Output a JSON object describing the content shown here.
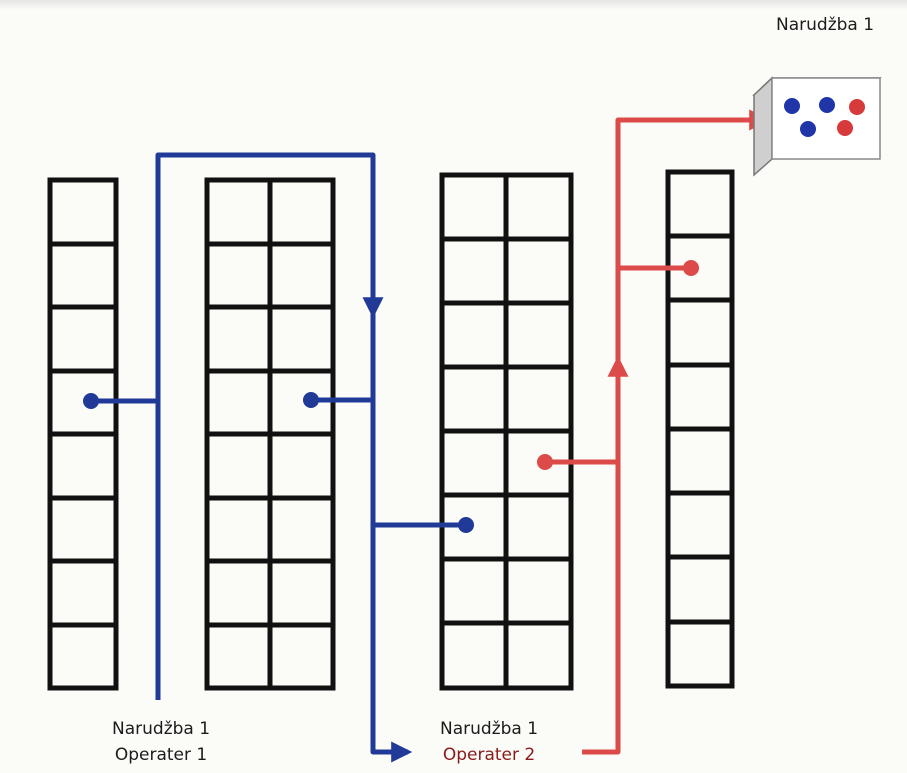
{
  "box_title": "Narudžba 1",
  "legend_1": {
    "order": "Narudžba 1",
    "operator": "Operater 1"
  },
  "legend_2": {
    "order": "Narudžba 1",
    "operator": "Operater 2"
  },
  "colors": {
    "operator_1_path": "#213a97",
    "operator_2_path": "#dd4a4a",
    "shelf_grid": "#111111",
    "item_blue": "#1f35a8",
    "item_red": "#d63a3a"
  }
}
